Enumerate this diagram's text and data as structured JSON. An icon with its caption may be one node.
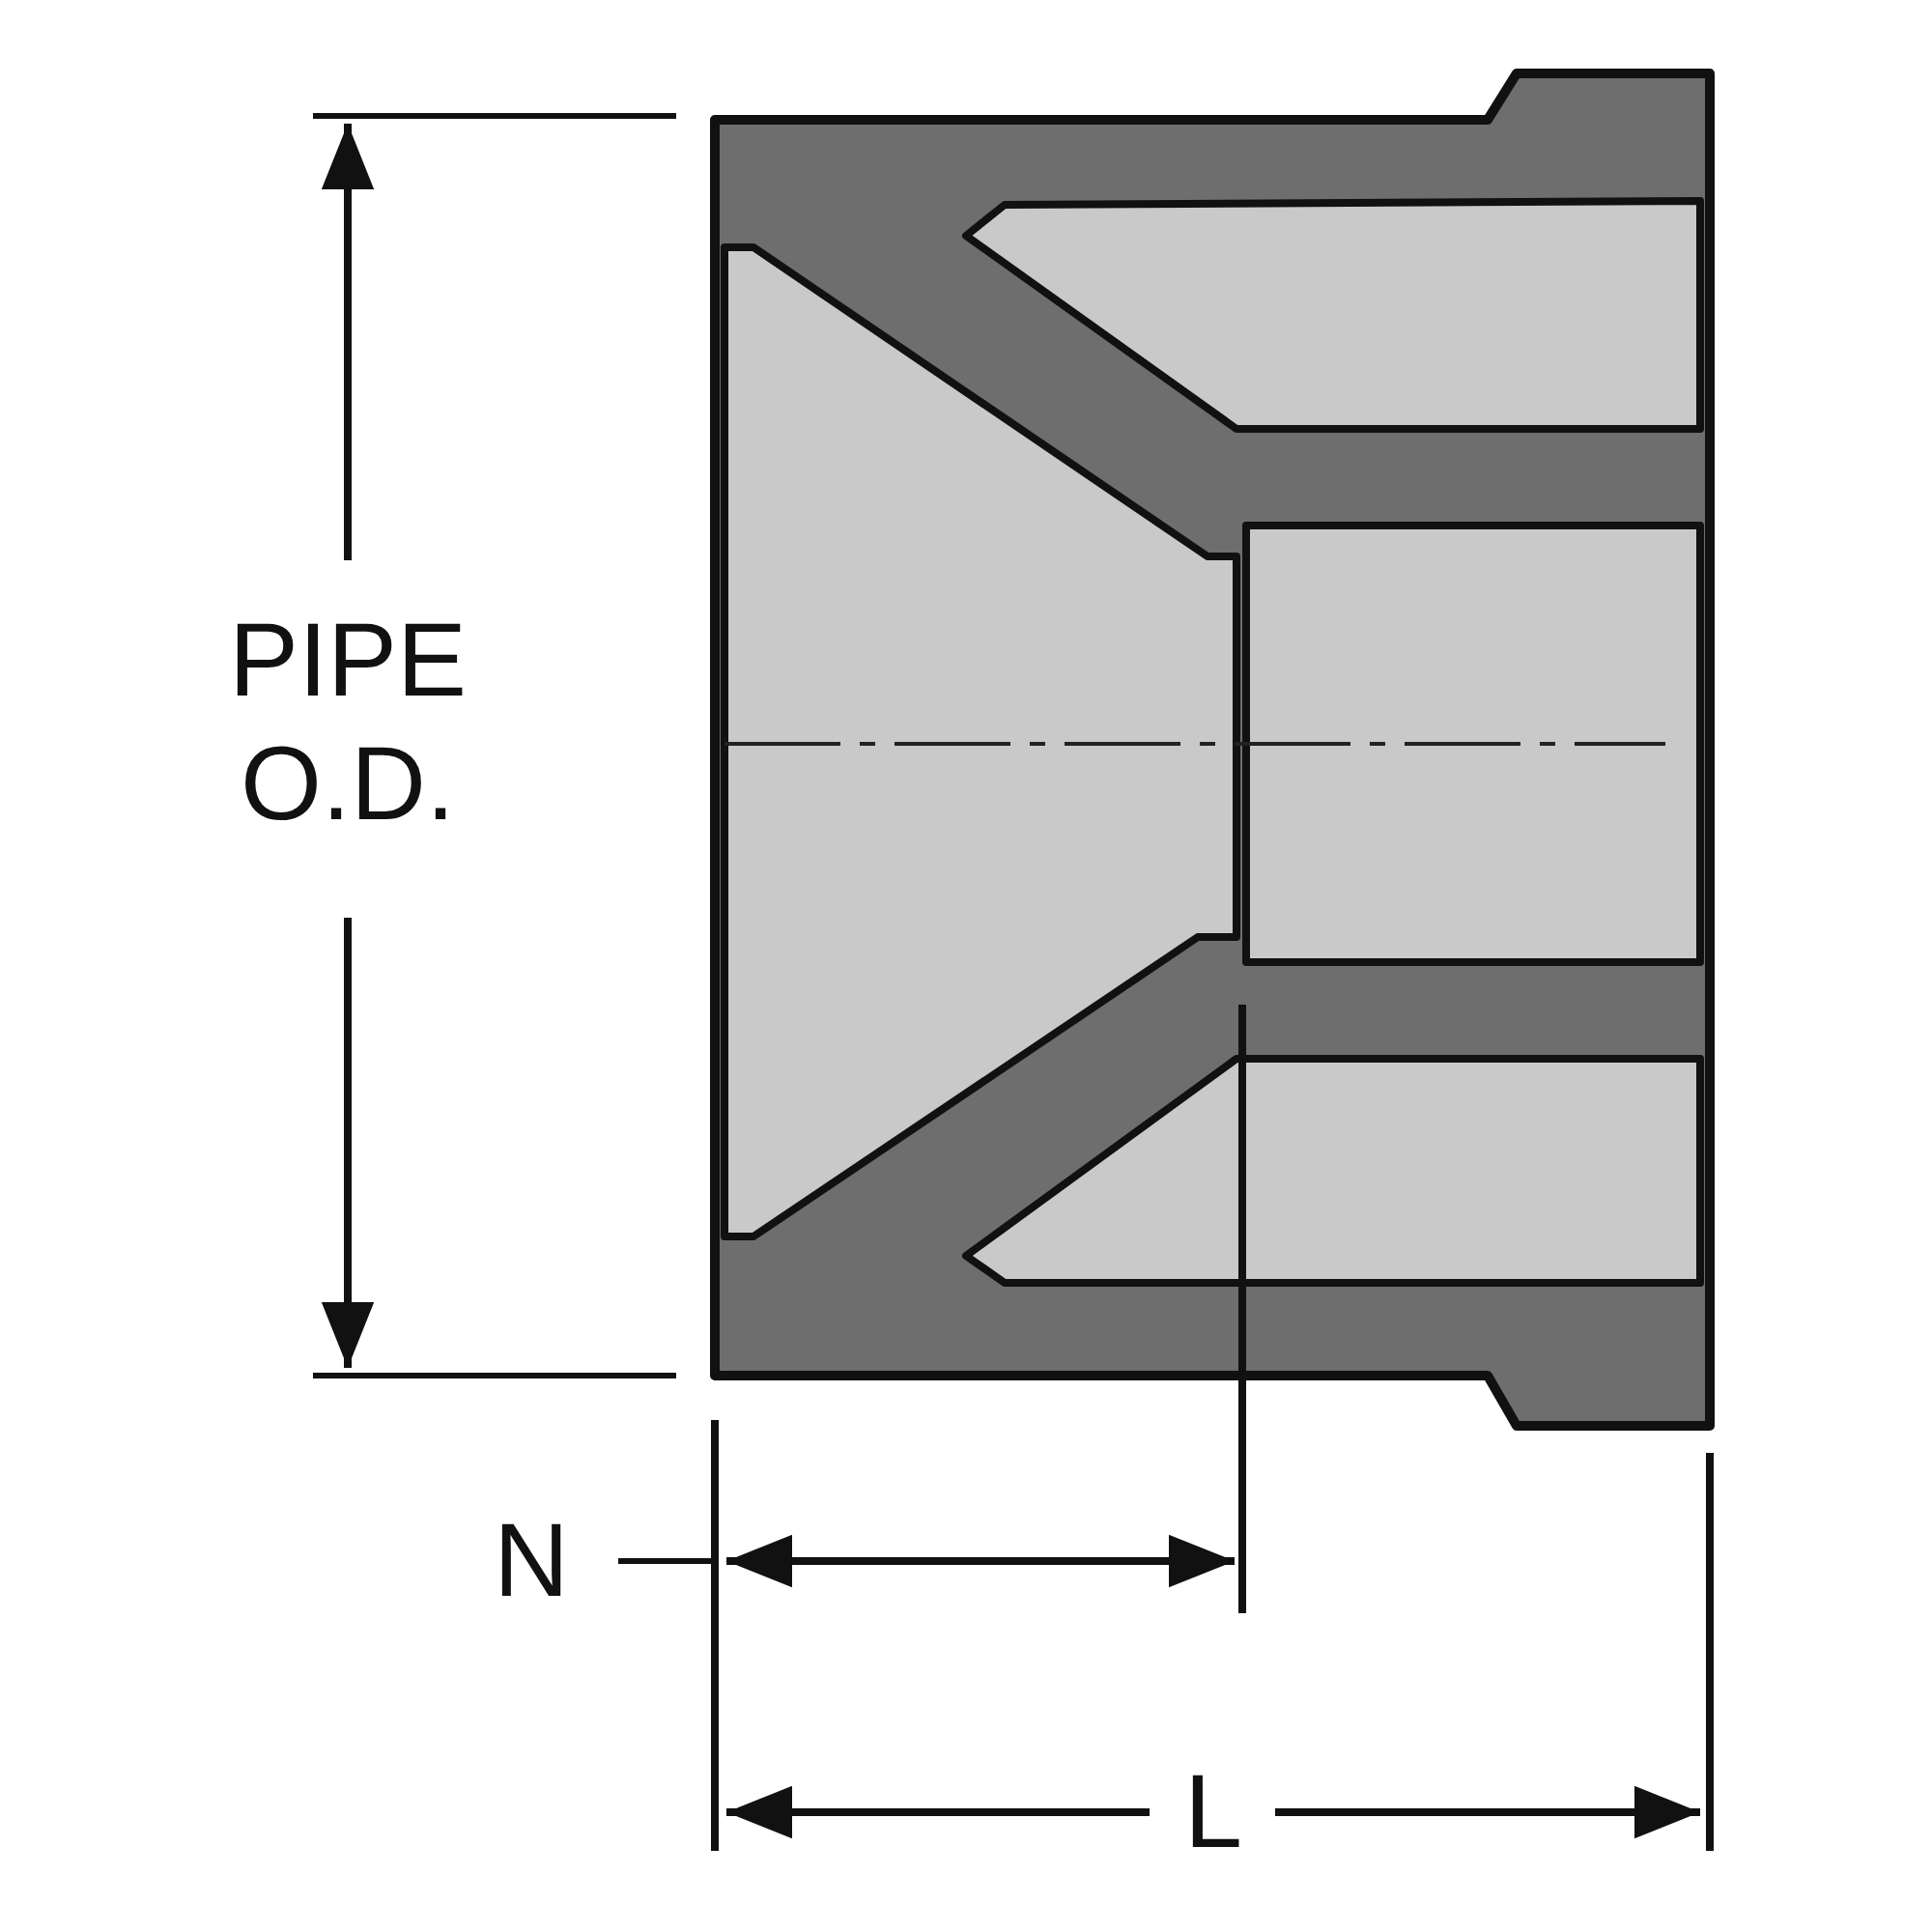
{
  "diagram": {
    "labels": [
      "PIPE O.D.",
      "N",
      "L"
    ]
  }
}
